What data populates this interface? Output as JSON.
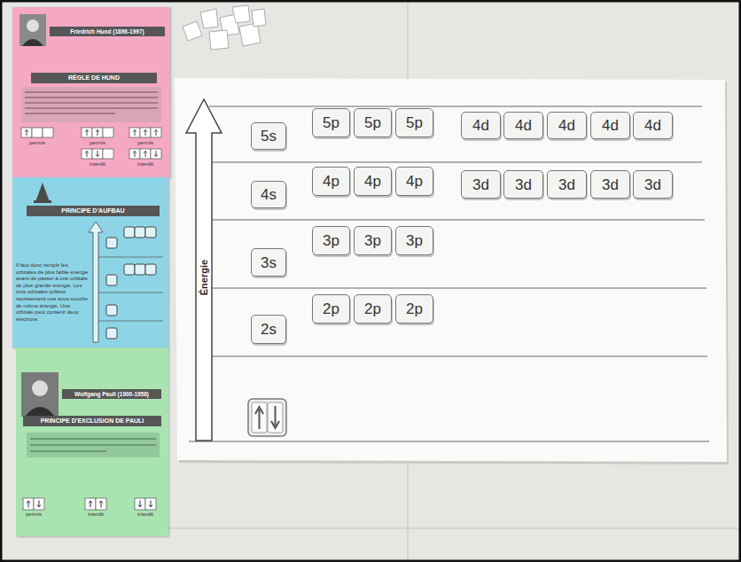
{
  "diagram": {
    "nodes": [
      {
        "text": [
          "Friedrich Hund (1896-1997)",
          "RÈGLE DE HUND",
          "permis",
          "permis",
          "permis",
          "interdit",
          "interdit"
        ]
      },
      {
        "text": [
          "PRINCIPE D'AUFBAU",
          "Il faut donc remplir les orbitales de plus faible énergie avant de passer à une orbitale de plus grande énergie. Les trois orbitales collées représentent une sous-couche de même énergie. Une orbitale peut contenir deux électrons."
        ]
      },
      {
        "text": [
          "Wolfgang Pauli (1900-1958)",
          "PRINCIPE D'EXCLUSION DE PAULI",
          "permis",
          "interdit",
          "interdit"
        ]
      },
      {
        "text": [
          "5s"
        ]
      },
      {
        "text": [
          "5p"
        ]
      },
      {
        "text": [
          "5p"
        ]
      },
      {
        "text": [
          "5p"
        ]
      },
      {
        "text": [
          "4d"
        ]
      },
      {
        "text": [
          "4d"
        ]
      },
      {
        "text": [
          "4d"
        ]
      },
      {
        "text": [
          "4d"
        ]
      },
      {
        "text": [
          "4d"
        ]
      },
      {
        "text": [
          "4s"
        ]
      },
      {
        "text": [
          "4p"
        ]
      },
      {
        "text": [
          "4p"
        ]
      },
      {
        "text": [
          "4p"
        ]
      },
      {
        "text": [
          "3d"
        ]
      },
      {
        "text": [
          "3d"
        ]
      },
      {
        "text": [
          "3d"
        ]
      },
      {
        "text": [
          "3d"
        ]
      },
      {
        "text": [
          "3d"
        ]
      },
      {
        "text": [
          "3s"
        ]
      },
      {
        "text": [
          "3p"
        ]
      },
      {
        "text": [
          "3p"
        ]
      },
      {
        "text": [
          "3p"
        ]
      },
      {
        "text": [
          "2s"
        ]
      },
      {
        "text": [
          "2p"
        ]
      },
      {
        "text": [
          "2p"
        ]
      },
      {
        "text": [
          "2p"
        ]
      }
    ],
    "labels": [
      "Énergie"
    ]
  }
}
